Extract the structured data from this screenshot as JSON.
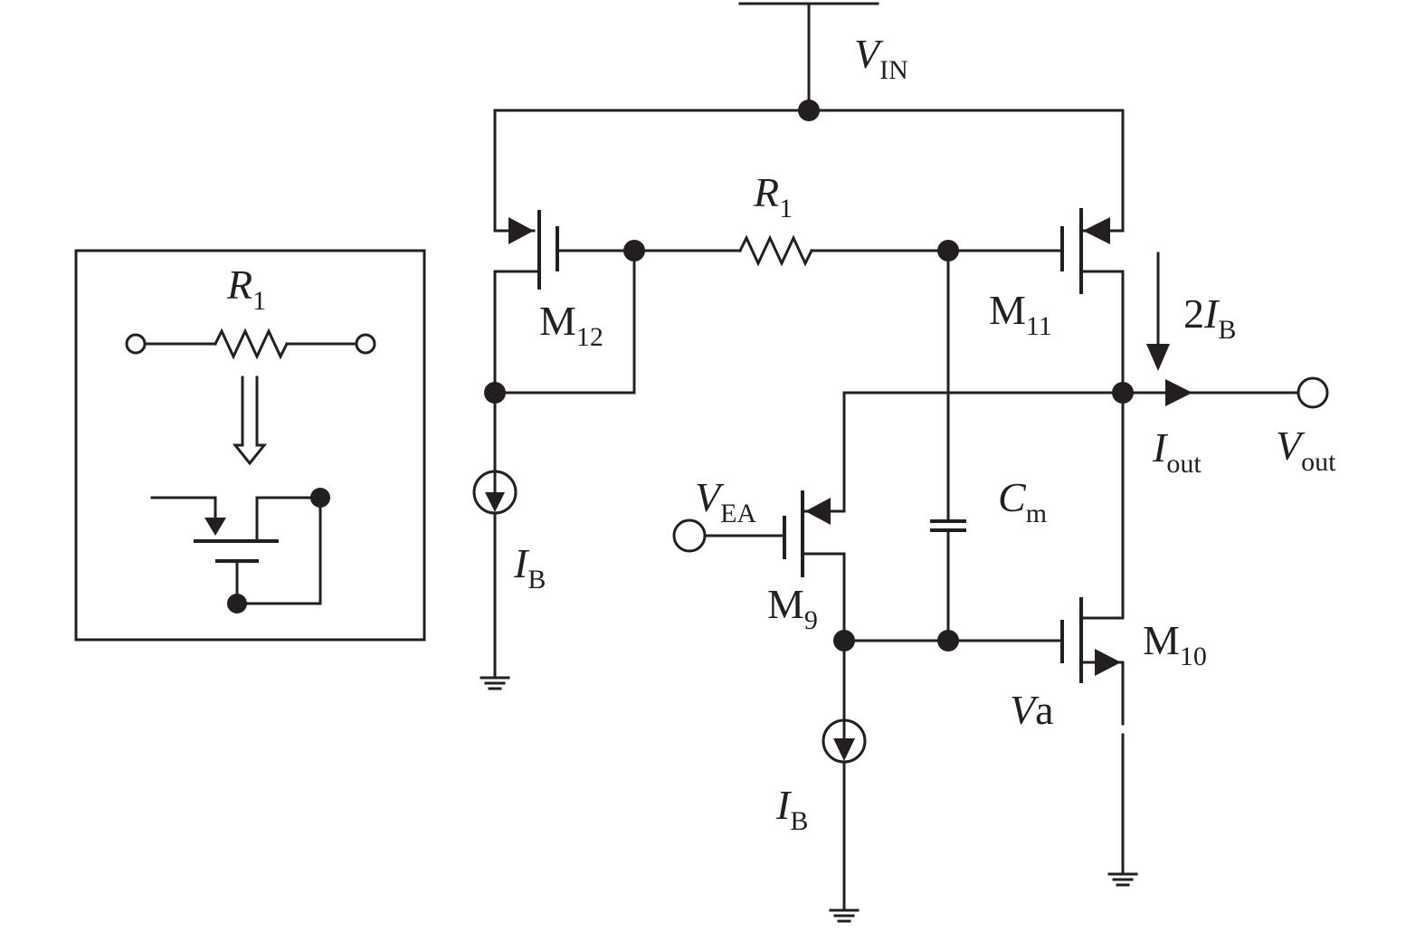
{
  "labels": {
    "vin": {
      "main": "V",
      "sub": "IN"
    },
    "r1": {
      "main": "R",
      "sub": "1"
    },
    "r1_inset": {
      "main": "R",
      "sub": "1"
    },
    "m12": {
      "main": "M",
      "sub": "12"
    },
    "m11": {
      "main": "M",
      "sub": "11"
    },
    "m10": {
      "main": "M",
      "sub": "10"
    },
    "m9": {
      "main": "M",
      "sub": "9"
    },
    "twoib": {
      "pre": "2",
      "main": "I",
      "sub": "B"
    },
    "iout": {
      "main": "I",
      "sub": "out"
    },
    "vout": {
      "main": "V",
      "sub": "out"
    },
    "vea": {
      "main": "V",
      "sub": "EA"
    },
    "cm": {
      "main": "C",
      "sub": "m"
    },
    "ib_left": {
      "main": "I",
      "sub": "B"
    },
    "ib_bottom": {
      "main": "I",
      "sub": "B"
    },
    "va": {
      "main": "V",
      "post": "a"
    }
  },
  "colors": {
    "ink": "#231f20",
    "background": "#ffffff"
  }
}
